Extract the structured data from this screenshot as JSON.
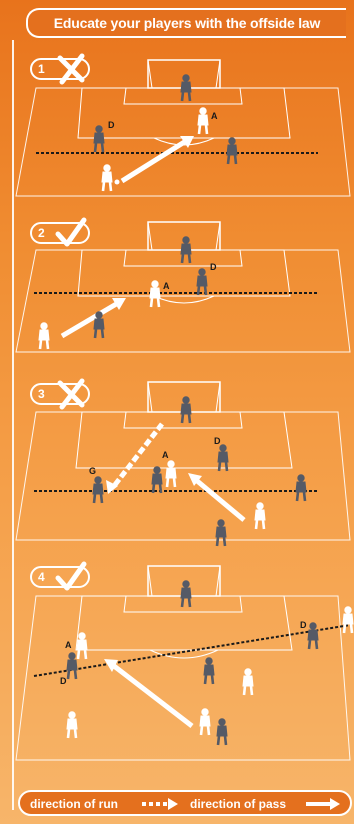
{
  "title": "Educate your players with the offside law",
  "panels": [
    {
      "number": "1",
      "verdict": "cross",
      "labels": [
        "D",
        "A"
      ]
    },
    {
      "number": "2",
      "verdict": "tick",
      "labels": [
        "A",
        "D"
      ]
    },
    {
      "number": "3",
      "verdict": "cross",
      "labels": [
        "A",
        "D",
        "G"
      ]
    },
    {
      "number": "4",
      "verdict": "tick",
      "labels": [
        "A",
        "D",
        "D"
      ]
    }
  ],
  "legend": {
    "run_label": "direction of run",
    "pass_label": "direction of pass"
  },
  "colors": {
    "background": "#f08d32",
    "pitch_lines": "#ffffff",
    "attacker": "#ffffff",
    "defender": "#555a66",
    "goalkeeper": "#4a5260",
    "offside_line": "#1a1a1a"
  }
}
